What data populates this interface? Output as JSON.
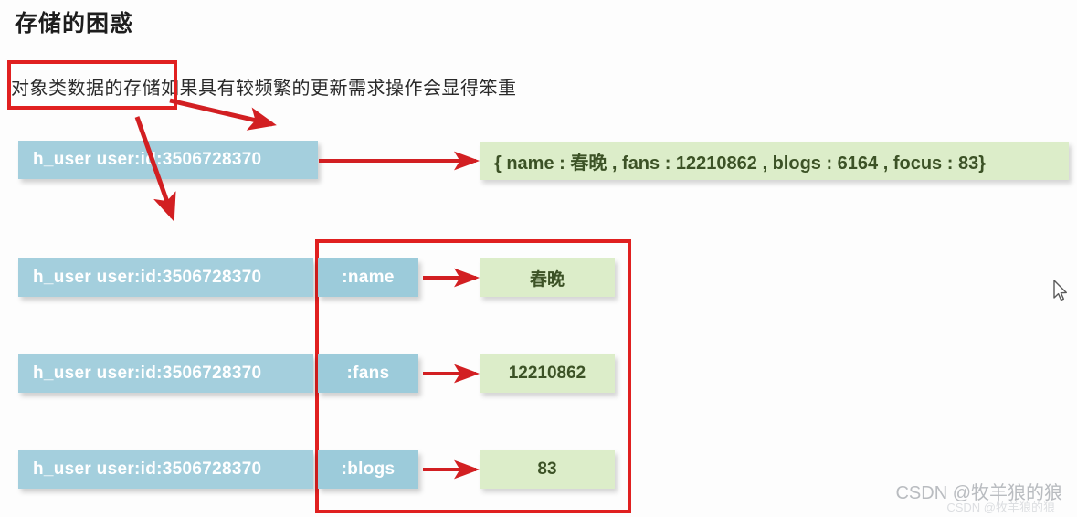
{
  "page": {
    "title": "存储的困惑",
    "lead_text": "对象类数据的存储如果具有较频繁的更新需求操作会显得笨重"
  },
  "colors": {
    "key_box": "#a4cfdd",
    "value_box": "#dcedc9",
    "annotation_red": "#e02020",
    "value_text": "#3c5226",
    "key_text": "#ffffff"
  },
  "top_example": {
    "key_label": "h_user user:id:3506728370",
    "value_label": "{ name : 春晚 , fans : 12210862 , blogs : 6164 , focus : 83}"
  },
  "hash_rows": [
    {
      "key_label": "h_user user:id:3506728370",
      "field_label": ":name",
      "value_label": "春晚"
    },
    {
      "key_label": "h_user user:id:3506728370",
      "field_label": ":fans",
      "value_label": "12210862"
    },
    {
      "key_label": "h_user user:id:3506728370",
      "field_label": ":blogs",
      "value_label": "83"
    }
  ],
  "watermark": {
    "main": "CSDN @牧羊狼的狼",
    "ghost": "CSDN @牧羊狼的狼"
  }
}
